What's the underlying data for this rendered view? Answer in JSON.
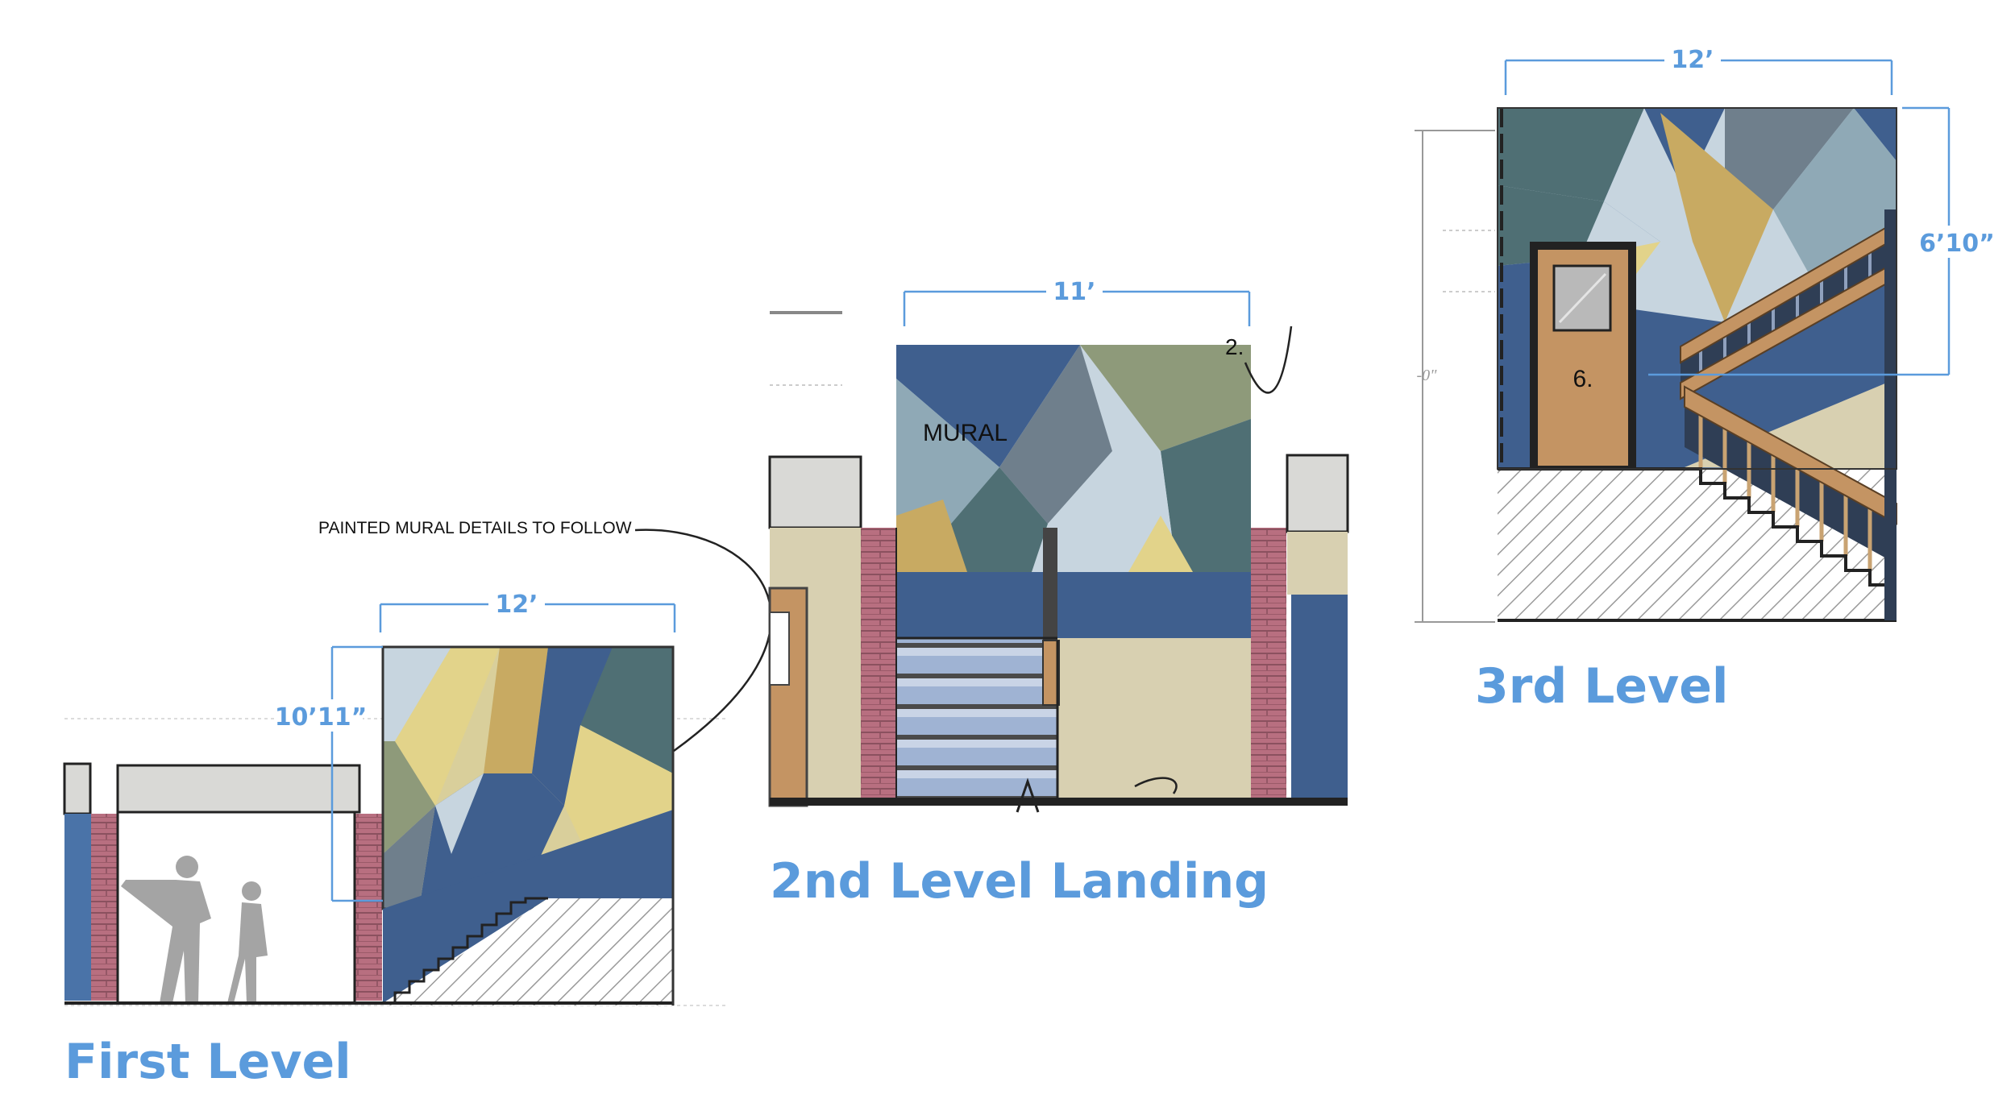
{
  "colors": {
    "accent_blue": "#5b9bdc",
    "navy": "#3f5f8e",
    "teal": "#4f6f74",
    "gold": "#c8aa62",
    "light_blue": "#c7d5df",
    "sage": "#8e9a7a",
    "grey_blue": "#6f7f8c",
    "pale_yellow": "#e2d38a",
    "beige": "#d8d0b1",
    "brick": "#b0697a",
    "wood": "#c49463"
  },
  "first_level": {
    "title": "First Level",
    "dim_width": "12’",
    "dim_height": "10’11”",
    "note": "PAINTED MURAL DETAILS TO FOLLOW"
  },
  "second_level": {
    "title": "2nd Level Landing",
    "dim_width": "11’",
    "mural_label": "MURAL",
    "tag": "2."
  },
  "third_level": {
    "title": "3rd Level",
    "dim_width": "12’",
    "dim_height": "6’10”",
    "side_dim": "-0\"",
    "door_tag": "6."
  }
}
